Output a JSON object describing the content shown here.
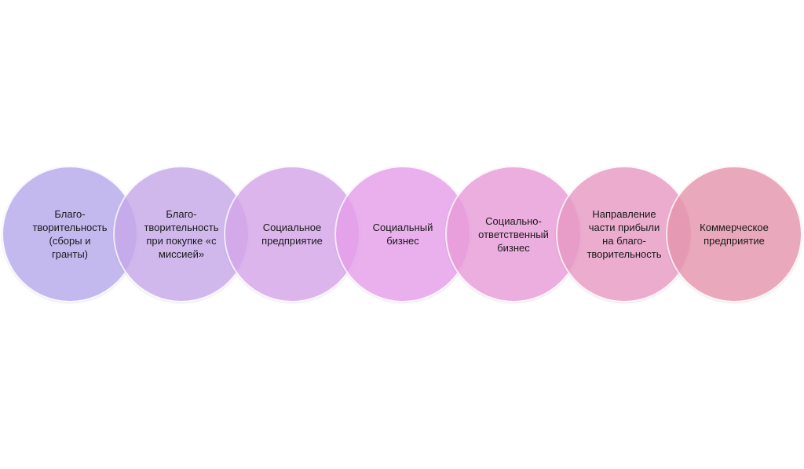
{
  "diagram": {
    "items": [
      {
        "lines": [
          "Благо-",
          "творительность",
          "(сборы и",
          "гранты)"
        ],
        "color": "#b7aaec"
      },
      {
        "lines": [
          "Благо-",
          "творительность",
          "при покупке «с",
          "миссией»"
        ],
        "color": "#c6a9ea"
      },
      {
        "lines": [
          "Социальное",
          "предприятие"
        ],
        "color": "#d6a6ea"
      },
      {
        "lines": [
          "Социальный",
          "бизнес"
        ],
        "color": "#e59fea"
      },
      {
        "lines": [
          "Социально-",
          "ответственный",
          "бизнес"
        ],
        "color": "#e89cd9"
      },
      {
        "lines": [
          "Направление",
          "части прибыли",
          "на благо-",
          "творительность"
        ],
        "color": "#e79ac4"
      },
      {
        "lines": [
          "Коммерческое",
          "предприятие"
        ],
        "color": "#e596ae"
      }
    ]
  }
}
